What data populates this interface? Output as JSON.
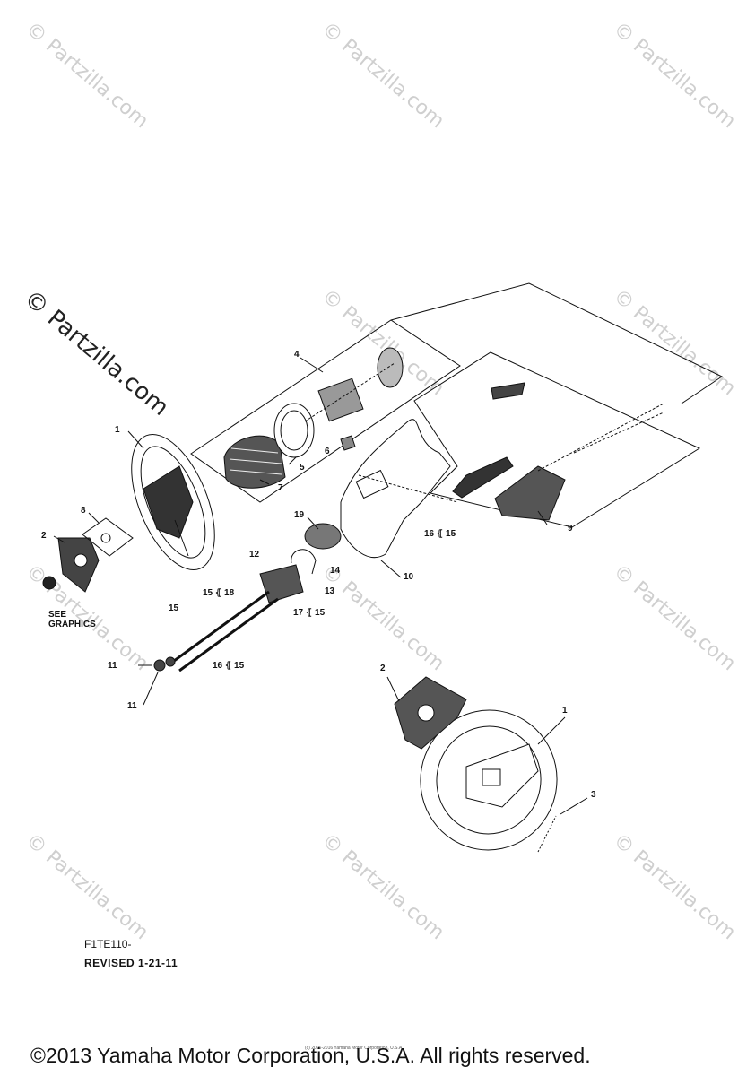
{
  "watermark": {
    "text": "© Partzilla.com"
  },
  "callouts": [
    "1",
    "2",
    "3",
    "4",
    "5",
    "6",
    "7",
    "8",
    "9",
    "10",
    "11",
    "12",
    "13",
    "14",
    "15",
    "16",
    "17",
    "18",
    "19"
  ],
  "labels": {
    "l1": "1",
    "l2": "2",
    "l4": "4",
    "l5": "5",
    "l6": "6",
    "l7": "7",
    "l8": "8",
    "l9": "9",
    "l10": "10",
    "l11a": "11",
    "l11b": "11",
    "l12": "12",
    "l13": "13",
    "l14": "14",
    "l16_15a": "16 ⦃ 15",
    "l19": "19",
    "l15_18": "15 ⦃ 18",
    "l15": "15",
    "l17_15": "17 ⦃ 15",
    "l16_15b": "16 ⦃ 15",
    "r2": "2",
    "r1": "1",
    "r3": "3"
  },
  "see_graphics": {
    "line1": "SEE",
    "line2": "GRAPHICS"
  },
  "footer": {
    "code": "F1TE110-",
    "revised": "REVISED 1-21-11",
    "tiny": "(c) 2006-2016 Yamaha Motor Corporation, U.S.A.",
    "copyright": "©2013 Yamaha Motor Corporation, U.S.A. All rights reserved."
  }
}
